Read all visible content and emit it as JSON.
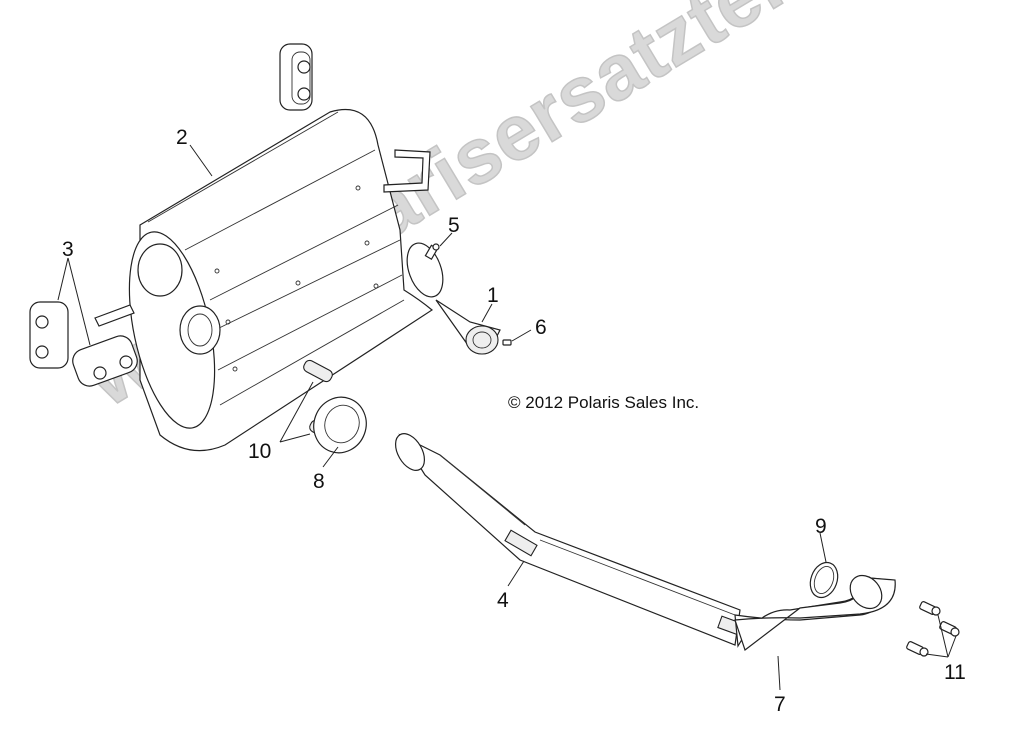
{
  "diagram": {
    "type": "exploded-parts-diagram",
    "subject": "Exhaust system (muffler, head pipe, mounts)",
    "copyright": "© 2012 Polaris Sales Inc.",
    "watermark": "www.polarisersatzteile.de",
    "callouts": [
      {
        "id": "1",
        "label": "1",
        "part": "spark arrestor / tailpipe insert"
      },
      {
        "id": "2",
        "label": "2",
        "part": "muffler assembly"
      },
      {
        "id": "3",
        "label": "3",
        "part": "rubber isolator mounts"
      },
      {
        "id": "4",
        "label": "4",
        "part": "exhaust pipe with heat shield"
      },
      {
        "id": "5",
        "label": "5",
        "part": "screw"
      },
      {
        "id": "6",
        "label": "6",
        "part": "screw"
      },
      {
        "id": "7",
        "label": "7",
        "part": "head pipe"
      },
      {
        "id": "8",
        "label": "8",
        "part": "exhaust seal"
      },
      {
        "id": "9",
        "label": "9",
        "part": "gasket"
      },
      {
        "id": "10",
        "label": "10",
        "part": "springs"
      },
      {
        "id": "11",
        "label": "11",
        "part": "bolts"
      }
    ]
  }
}
